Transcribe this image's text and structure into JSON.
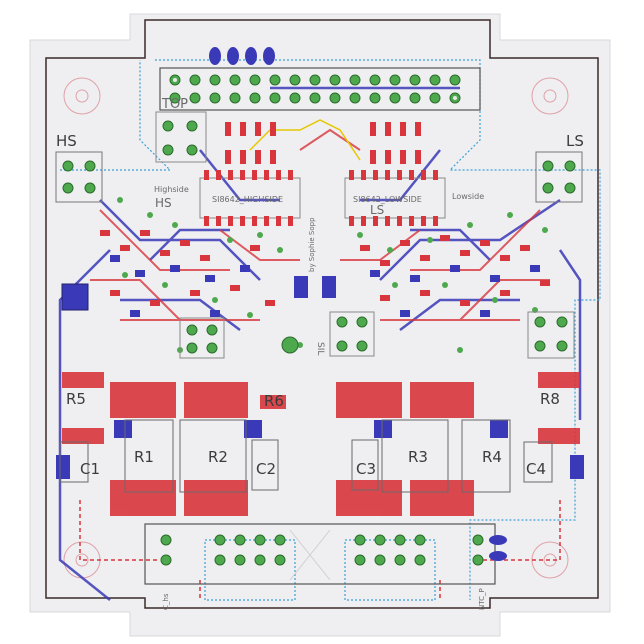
{
  "board": {
    "outline_color": "#3a2a2a",
    "substrate_color": "#efeff1",
    "colors": {
      "top_copper": "#d8353c",
      "bottom_copper": "#3a3ab8",
      "via": "#4ea84e",
      "silkscreen": "#8a8a8a",
      "keepout": "#3aa0d8",
      "highlight": "#e6c800"
    }
  },
  "labels": {
    "header_top": "TOP",
    "hs_left": "HS",
    "ls_right": "LS",
    "highside_note": "Highside",
    "hs_mid": "HS",
    "highside_ic": "SI8642_HIGHSIDE",
    "lowside_ic": "SI8642_LOWSIDE",
    "ls_mid": "LS",
    "lowside_note": "Lowside",
    "vertical_author": "by Sophie Sopp",
    "sil": "SIL",
    "r5": "R5",
    "r1": "R1",
    "r2": "R2",
    "r6": "R6",
    "c1": "C1",
    "c2": "C2",
    "r3": "R3",
    "r4": "R4",
    "r8": "R8",
    "c3": "C3",
    "c4": "C4",
    "c_hs": "C_hs",
    "ntc": "NTC_P"
  }
}
